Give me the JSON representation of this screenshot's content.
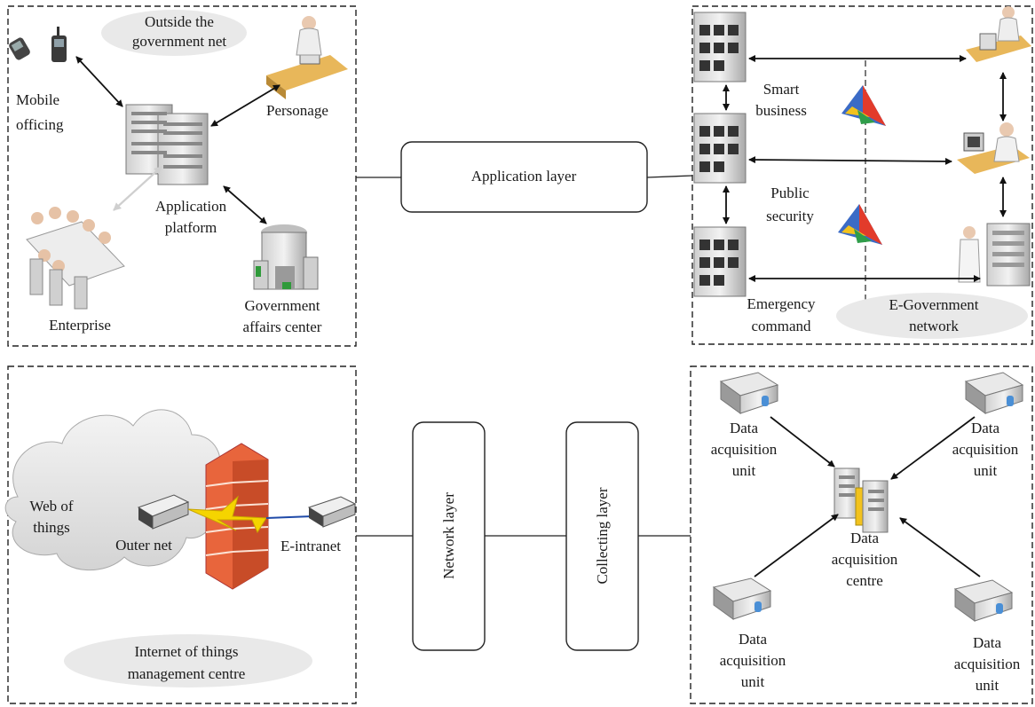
{
  "panels": {
    "application": {
      "outside_label": [
        "Outside the",
        "government net"
      ],
      "mobile": [
        "Mobile",
        "officing"
      ],
      "personage": "Personage",
      "platform": [
        "Application",
        "platform"
      ],
      "enterprise": "Enterprise",
      "gov_center": [
        "Government",
        "affairs center"
      ]
    },
    "egov": {
      "smart": [
        "Smart",
        "business"
      ],
      "public": [
        "Public",
        "security"
      ],
      "emergency": [
        "Emergency",
        "command"
      ],
      "network_label": [
        "E-Government",
        "network"
      ]
    },
    "iot": {
      "web": [
        "Web of",
        "things"
      ],
      "outer": "Outer net",
      "intranet": "E-intranet",
      "mgmt": [
        "Internet of things",
        "management centre"
      ]
    },
    "collect": {
      "unit": [
        "Data",
        "acquisition",
        "unit"
      ],
      "centre": [
        "Data",
        "acquisition",
        "centre"
      ]
    }
  },
  "layers": {
    "application": "Application layer",
    "network": "Network layer",
    "collecting": "Collecting layer"
  }
}
